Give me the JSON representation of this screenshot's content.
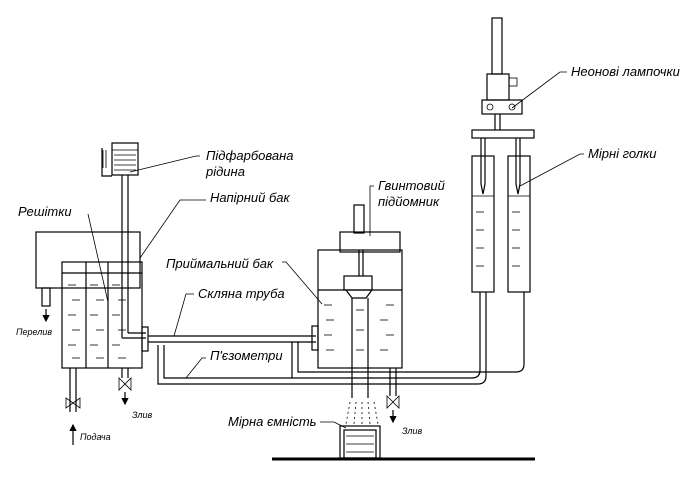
{
  "labels": {
    "neon_lamps": "Неонові лампочки",
    "measuring_needles": "Мірні голки",
    "tinted_liquid_1": "Підфарбована",
    "tinted_liquid_2": "рідина",
    "pressure_tank": "Напірний бак",
    "grids": "Решітки",
    "screw_lift_1": "Гвинтовий",
    "screw_lift_2": "підйомник",
    "receiving_tank": "Приймальний бак",
    "glass_pipe": "Скляна труба",
    "piezometers": "П'єзометри",
    "measuring_vessel": "Мірна ємність",
    "overflow": "Перелив",
    "drain_left": "Злив",
    "drain_right": "Злив",
    "supply": "Подача"
  }
}
